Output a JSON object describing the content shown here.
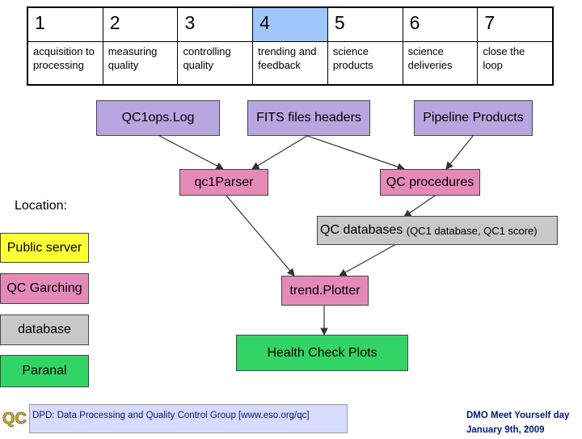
{
  "steps": [
    {
      "num": "1",
      "label": "acquisition to processing"
    },
    {
      "num": "2",
      "label": "measuring quality"
    },
    {
      "num": "3",
      "label": "controlling quality"
    },
    {
      "num": "4",
      "label": "trending and feedback"
    },
    {
      "num": "5",
      "label": "science products"
    },
    {
      "num": "6",
      "label": "science deliveries"
    },
    {
      "num": "7",
      "label": "close the loop"
    }
  ],
  "highlighted_step": "4",
  "nodes": {
    "qc1opslog": "QC1ops.Log",
    "fits_headers": "FITS files headers",
    "pipeline_products": "Pipeline Products",
    "qc1parser": "qc1Parser",
    "qc_procedures": "QC procedures",
    "qc_databases": "QC databases",
    "qc_databases_detail": "(QC1 database, QC1 score)",
    "trendplotter": "trend.Plotter",
    "health_check": "Health Check Plots"
  },
  "legend": {
    "location": "Location:",
    "public_server": "Public server",
    "qc_garching": "QC Garching",
    "database": "database",
    "paranal": "Paranal"
  },
  "footer": {
    "left": "DPD: Data Processing and Quality Control Group [www.eso.org/qc]",
    "right_line1": "DMO Meet Yourself day",
    "right_line2": "January 9th, 2009",
    "logo_text": "QC"
  },
  "colors": {
    "purple": "#b7a6e0",
    "pink": "#e58ab8",
    "yellow": "#ffff33",
    "green": "#33d466",
    "gray": "#c8c8c8",
    "highlight": "#9fc6ff",
    "footer_text": "#001a80"
  }
}
